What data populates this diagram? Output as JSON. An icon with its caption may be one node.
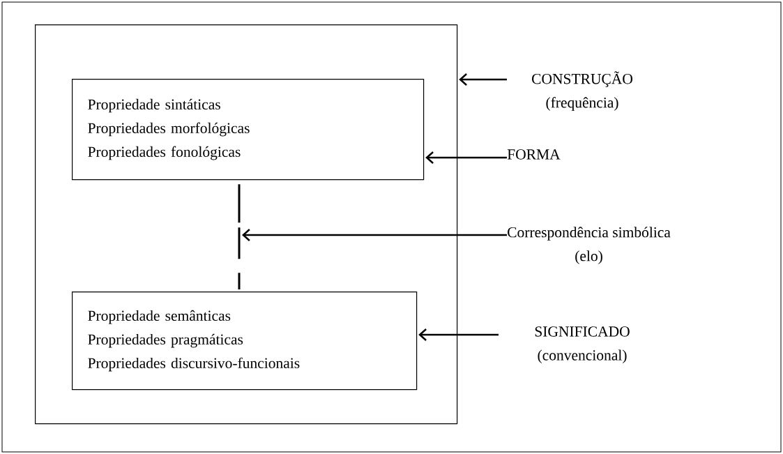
{
  "diagram": {
    "nodes": [
      {
        "text": [],
        "shape": "box"
      },
      {
        "text": [
          "Propriedade sintáticas",
          "Propriedades morfológicas",
          "Propriedades fonológicas"
        ],
        "in": 0
      },
      {
        "text": [
          "Propriedade semânticas",
          "Propriedades pragmáticas",
          "Propriedades discursivo-funcionais"
        ],
        "in": 0
      },
      {
        "text": [
          "CONSTRUÇÃO",
          "(frequência)"
        ]
      },
      {
        "text": [
          "FORMA"
        ]
      },
      {
        "text": [
          "Correspondência simbólica",
          "(elo)"
        ]
      },
      {
        "text": [
          "SIGNIFICADO",
          "(convencional)"
        ]
      }
    ],
    "edges": [
      {
        "from": 1,
        "to": 2,
        "arrow": "none",
        "style": "dashed"
      },
      {
        "from": 3,
        "to": 0,
        "arrow": "to"
      },
      {
        "from": 4,
        "to": 1,
        "arrow": "to"
      },
      {
        "from": 5,
        "to": null,
        "arrow": "to"
      },
      {
        "from": 6,
        "to": 2,
        "arrow": "to"
      }
    ]
  }
}
